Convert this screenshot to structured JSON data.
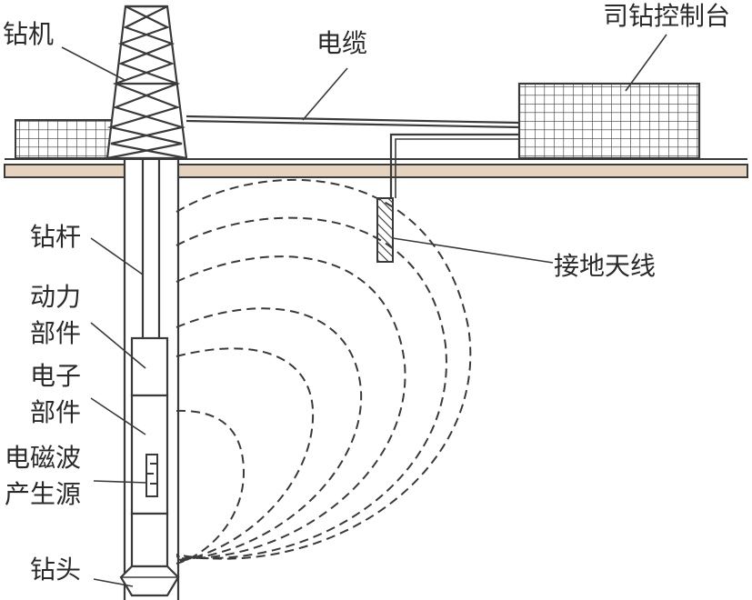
{
  "labels": {
    "rig": "钻机",
    "cable": "电缆",
    "console": "司钻控制台",
    "drill_rod": "钻杆",
    "power_unit_line1": "动力",
    "power_unit_line2": "部件",
    "electronic_unit_line1": "电子",
    "electronic_unit_line2": "部件",
    "em_source_line1": "电磁波",
    "em_source_line2": "产生源",
    "drill_bit": "钻头",
    "ground_antenna": "接地天线"
  },
  "colors": {
    "ground": "#e6d3bf",
    "line": "#3a3a3a",
    "text": "#2a2a2a",
    "background": "#ffffff"
  }
}
